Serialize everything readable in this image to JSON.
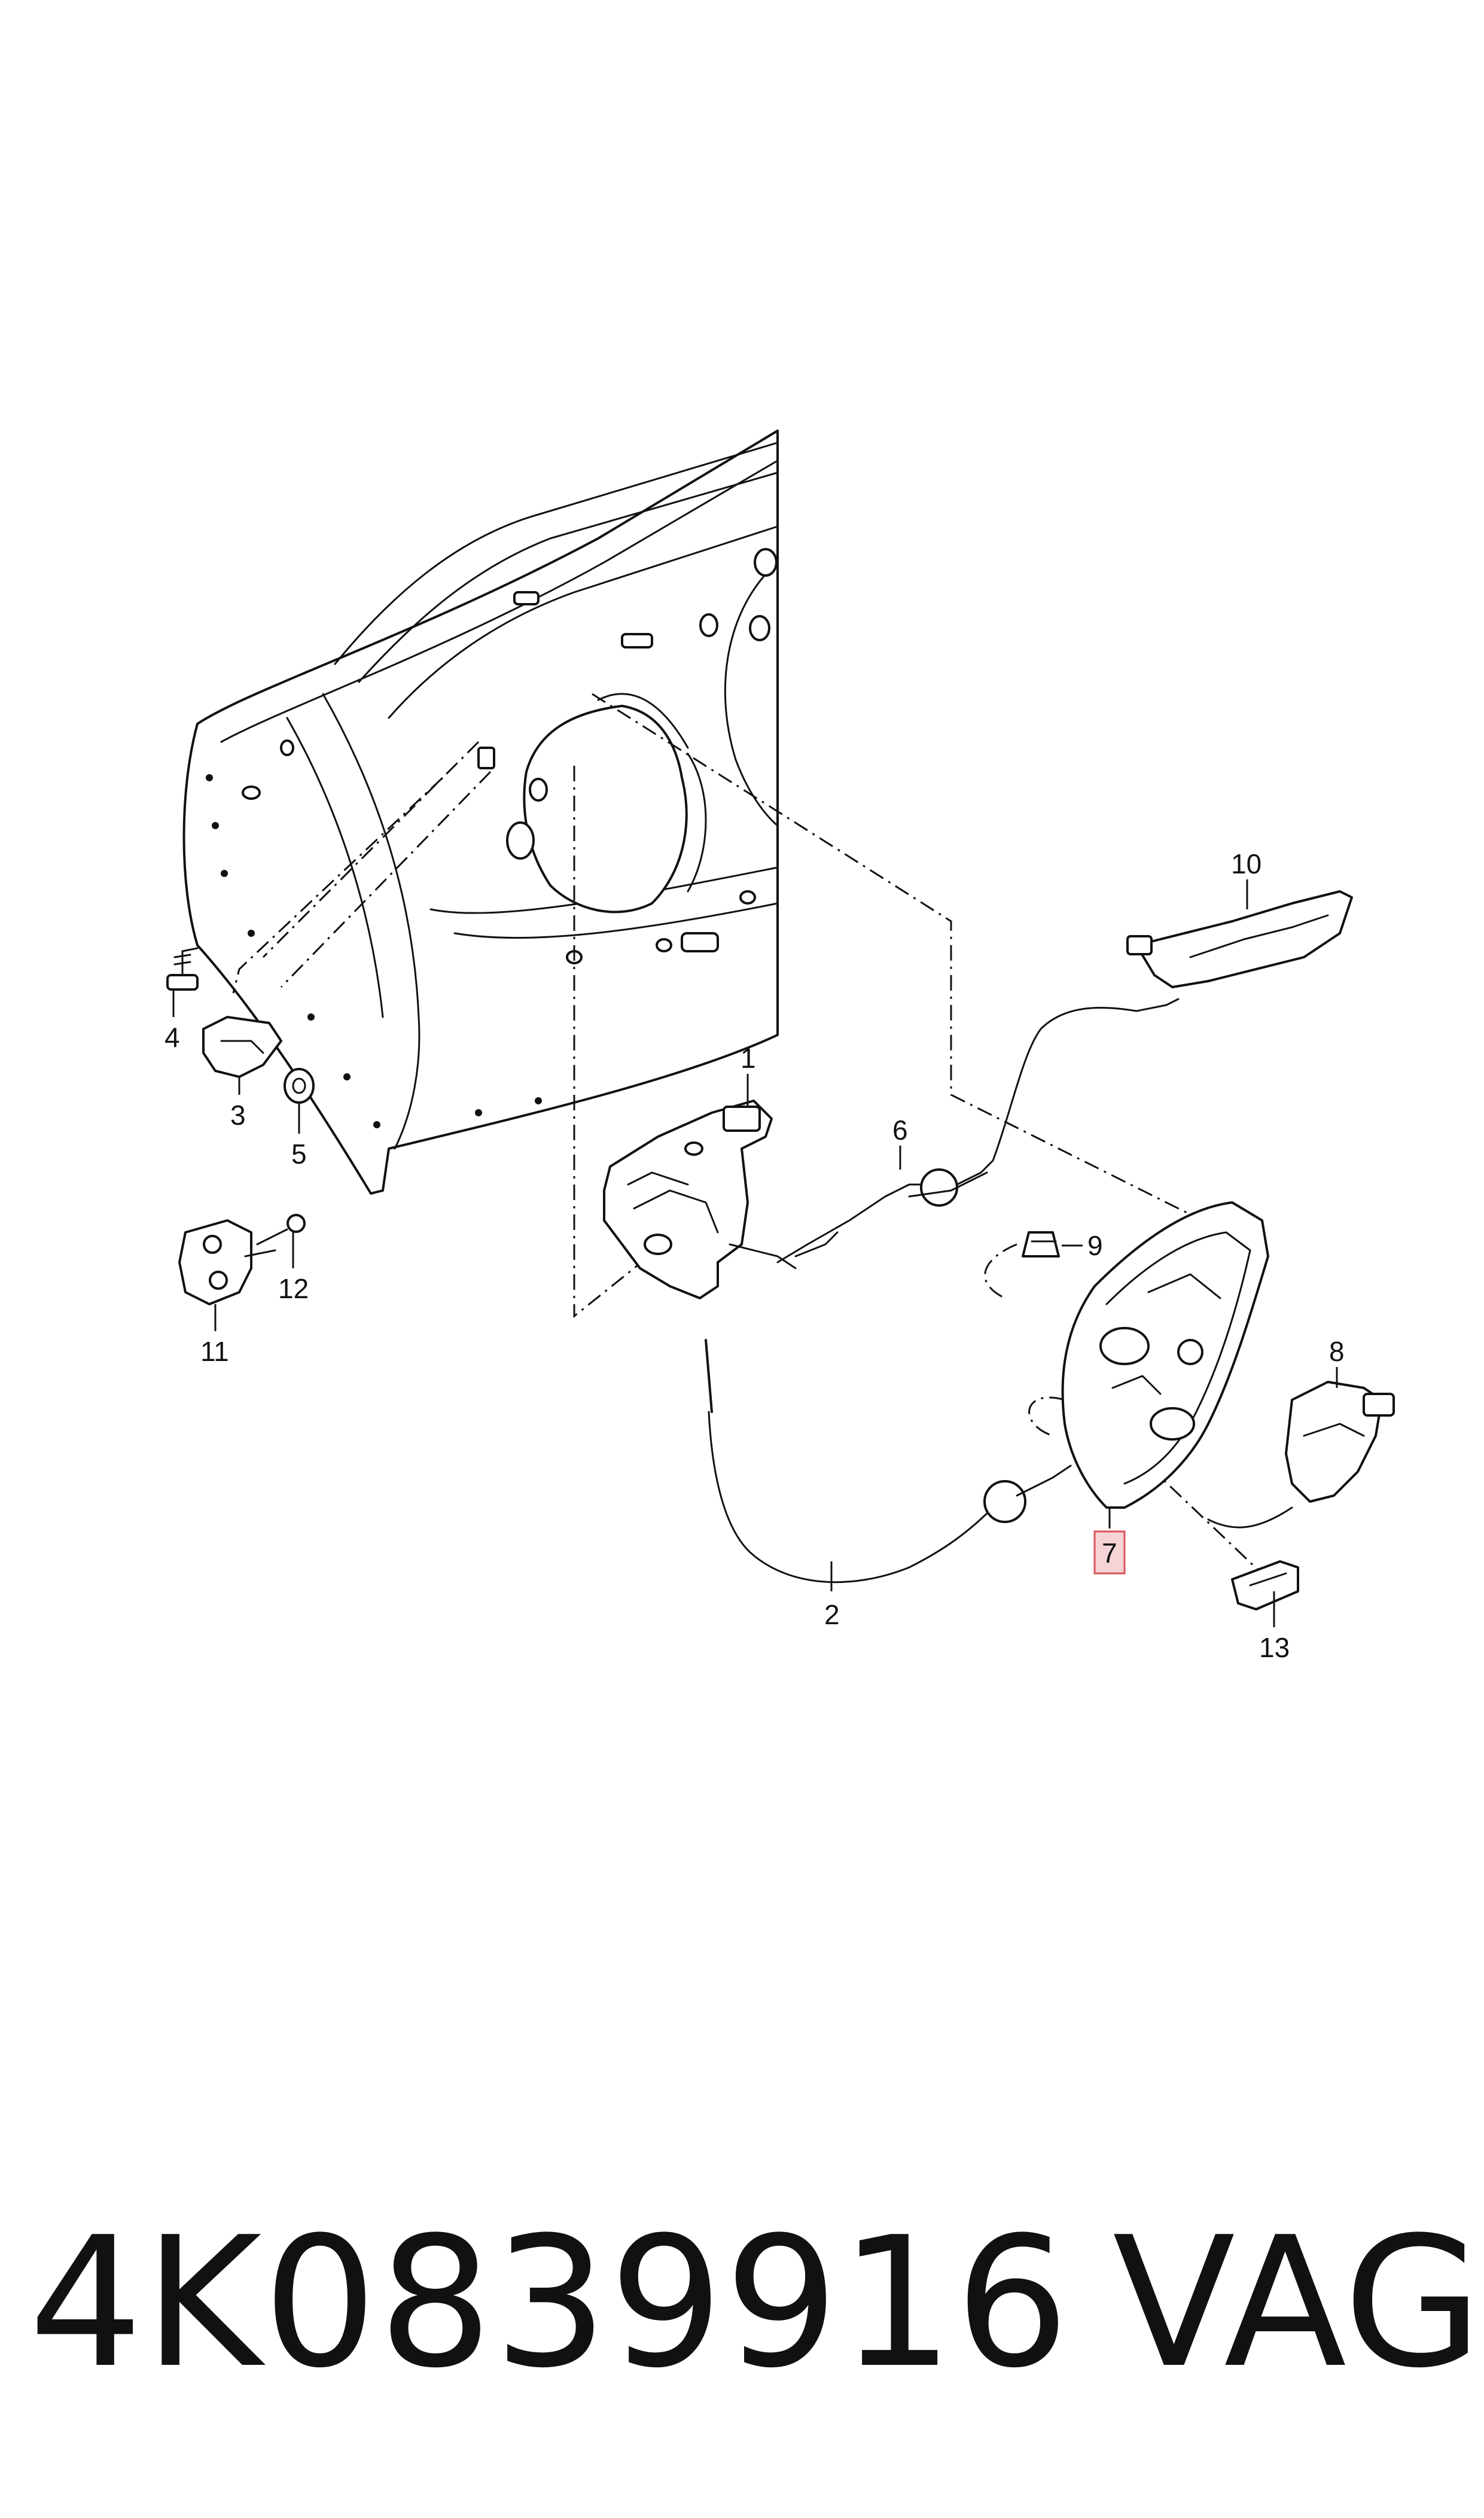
{
  "callouts": {
    "c1": "1",
    "c2": "2",
    "c3": "3",
    "c4": "4",
    "c5": "5",
    "c6": "6",
    "c7": "7",
    "c8": "8",
    "c9": "9",
    "c10": "10",
    "c11": "11",
    "c12": "12",
    "c13": "13"
  },
  "footer": {
    "part_number": "4K0839916",
    "brand": "VAG"
  }
}
